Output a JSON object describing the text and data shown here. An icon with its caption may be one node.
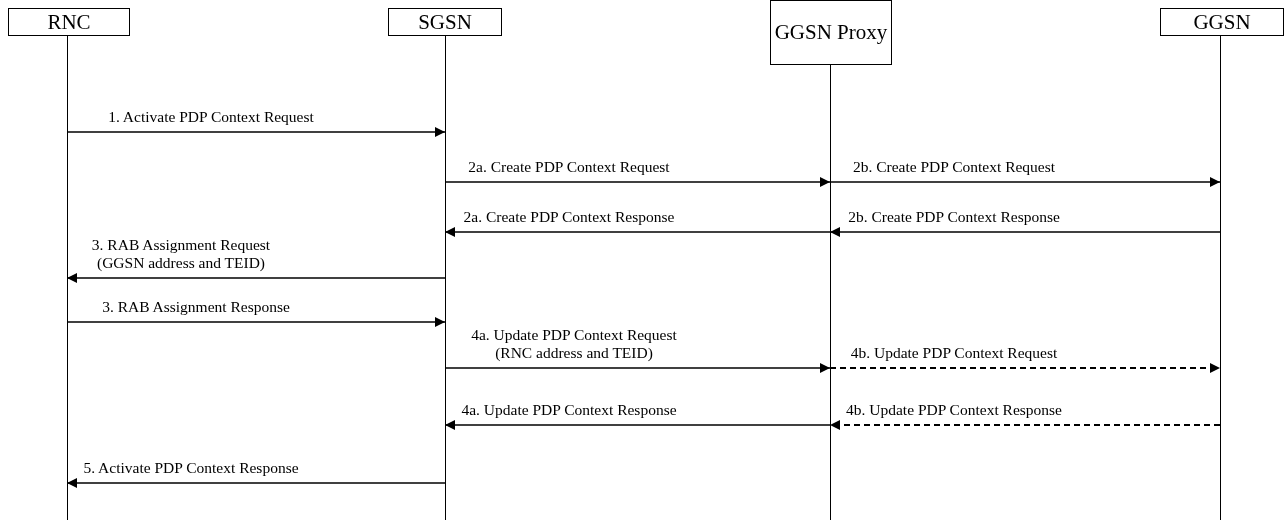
{
  "diagram": {
    "nodes": [
      {
        "text": [
          "RNC"
        ]
      },
      {
        "text": [
          "SGSN"
        ]
      },
      {
        "text": [
          "GGSN Proxy"
        ]
      },
      {
        "text": [
          "GGSN"
        ]
      }
    ],
    "edges": [
      {
        "from": 0,
        "to": 1,
        "arrow": "to",
        "label": "1. Activate PDP Context Request"
      },
      {
        "from": 1,
        "to": 2,
        "arrow": "to",
        "label": "2a. Create PDP Context Request"
      },
      {
        "from": 2,
        "to": 3,
        "arrow": "to",
        "label": "2b. Create PDP Context Request"
      },
      {
        "from": 2,
        "to": 1,
        "arrow": "to",
        "label": "2a. Create PDP Context Response"
      },
      {
        "from": 3,
        "to": 2,
        "arrow": "to",
        "label": "2b. Create PDP Context Response"
      },
      {
        "from": 1,
        "to": 0,
        "arrow": "to",
        "label": "3. RAB Assignment Request (GGSN address and TEID)"
      },
      {
        "from": 0,
        "to": 1,
        "arrow": "to",
        "label": "3. RAB Assignment Response"
      },
      {
        "from": 1,
        "to": 2,
        "arrow": "to",
        "label": "4a. Update PDP Context Request (RNC address and TEID)"
      },
      {
        "from": 2,
        "to": 3,
        "arrow": "to",
        "label": "4b. Update PDP Context Request",
        "style": "dashed"
      },
      {
        "from": 2,
        "to": 1,
        "arrow": "to",
        "label": "4a. Update PDP Context Response"
      },
      {
        "from": 3,
        "to": 2,
        "arrow": "to",
        "label": "4b. Update PDP Context Response",
        "style": "dashed"
      },
      {
        "from": 1,
        "to": 0,
        "arrow": "to",
        "label": "5. Activate PDP Context Response"
      }
    ]
  }
}
